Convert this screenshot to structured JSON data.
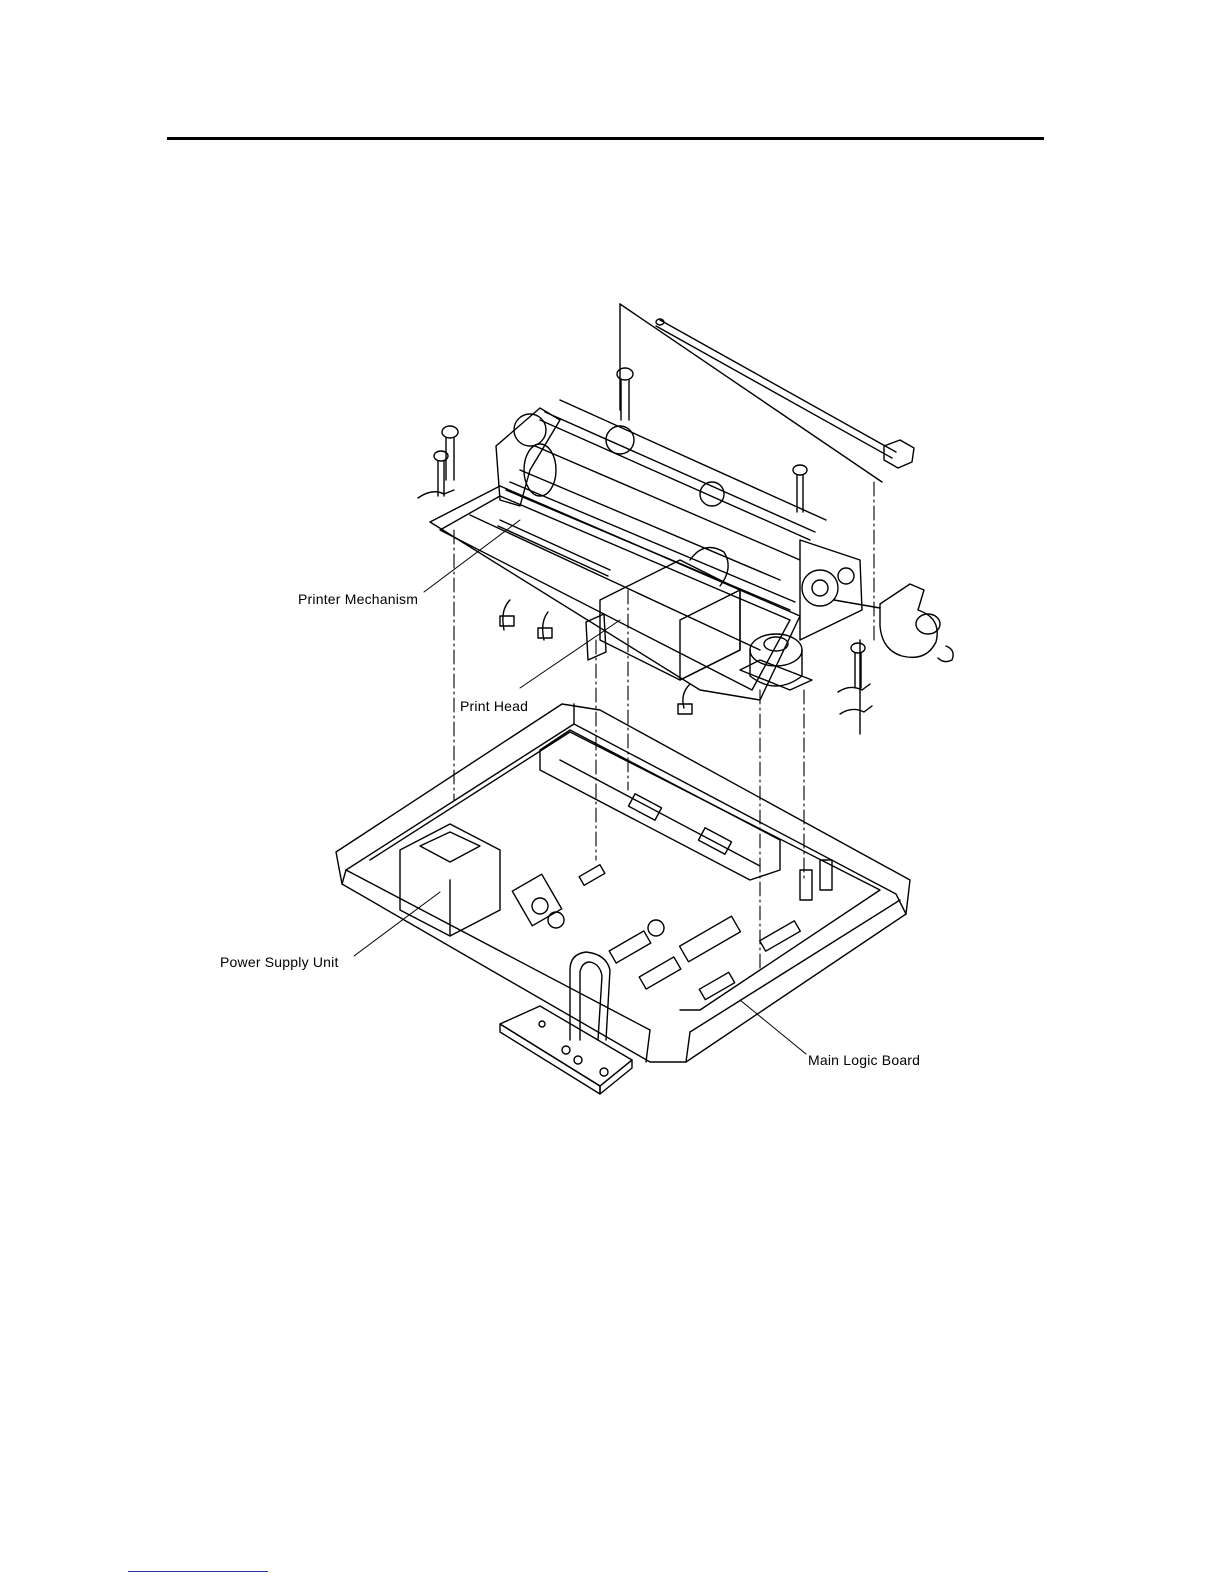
{
  "labels": {
    "printer_mechanism": "Printer Mechanism",
    "print_head": "Print Head",
    "power_supply_unit": "Power Supply Unit",
    "main_logic_board": "Main Logic Board"
  },
  "colors": {
    "line": "#000000",
    "footer_rule": "#2a3aa8"
  }
}
